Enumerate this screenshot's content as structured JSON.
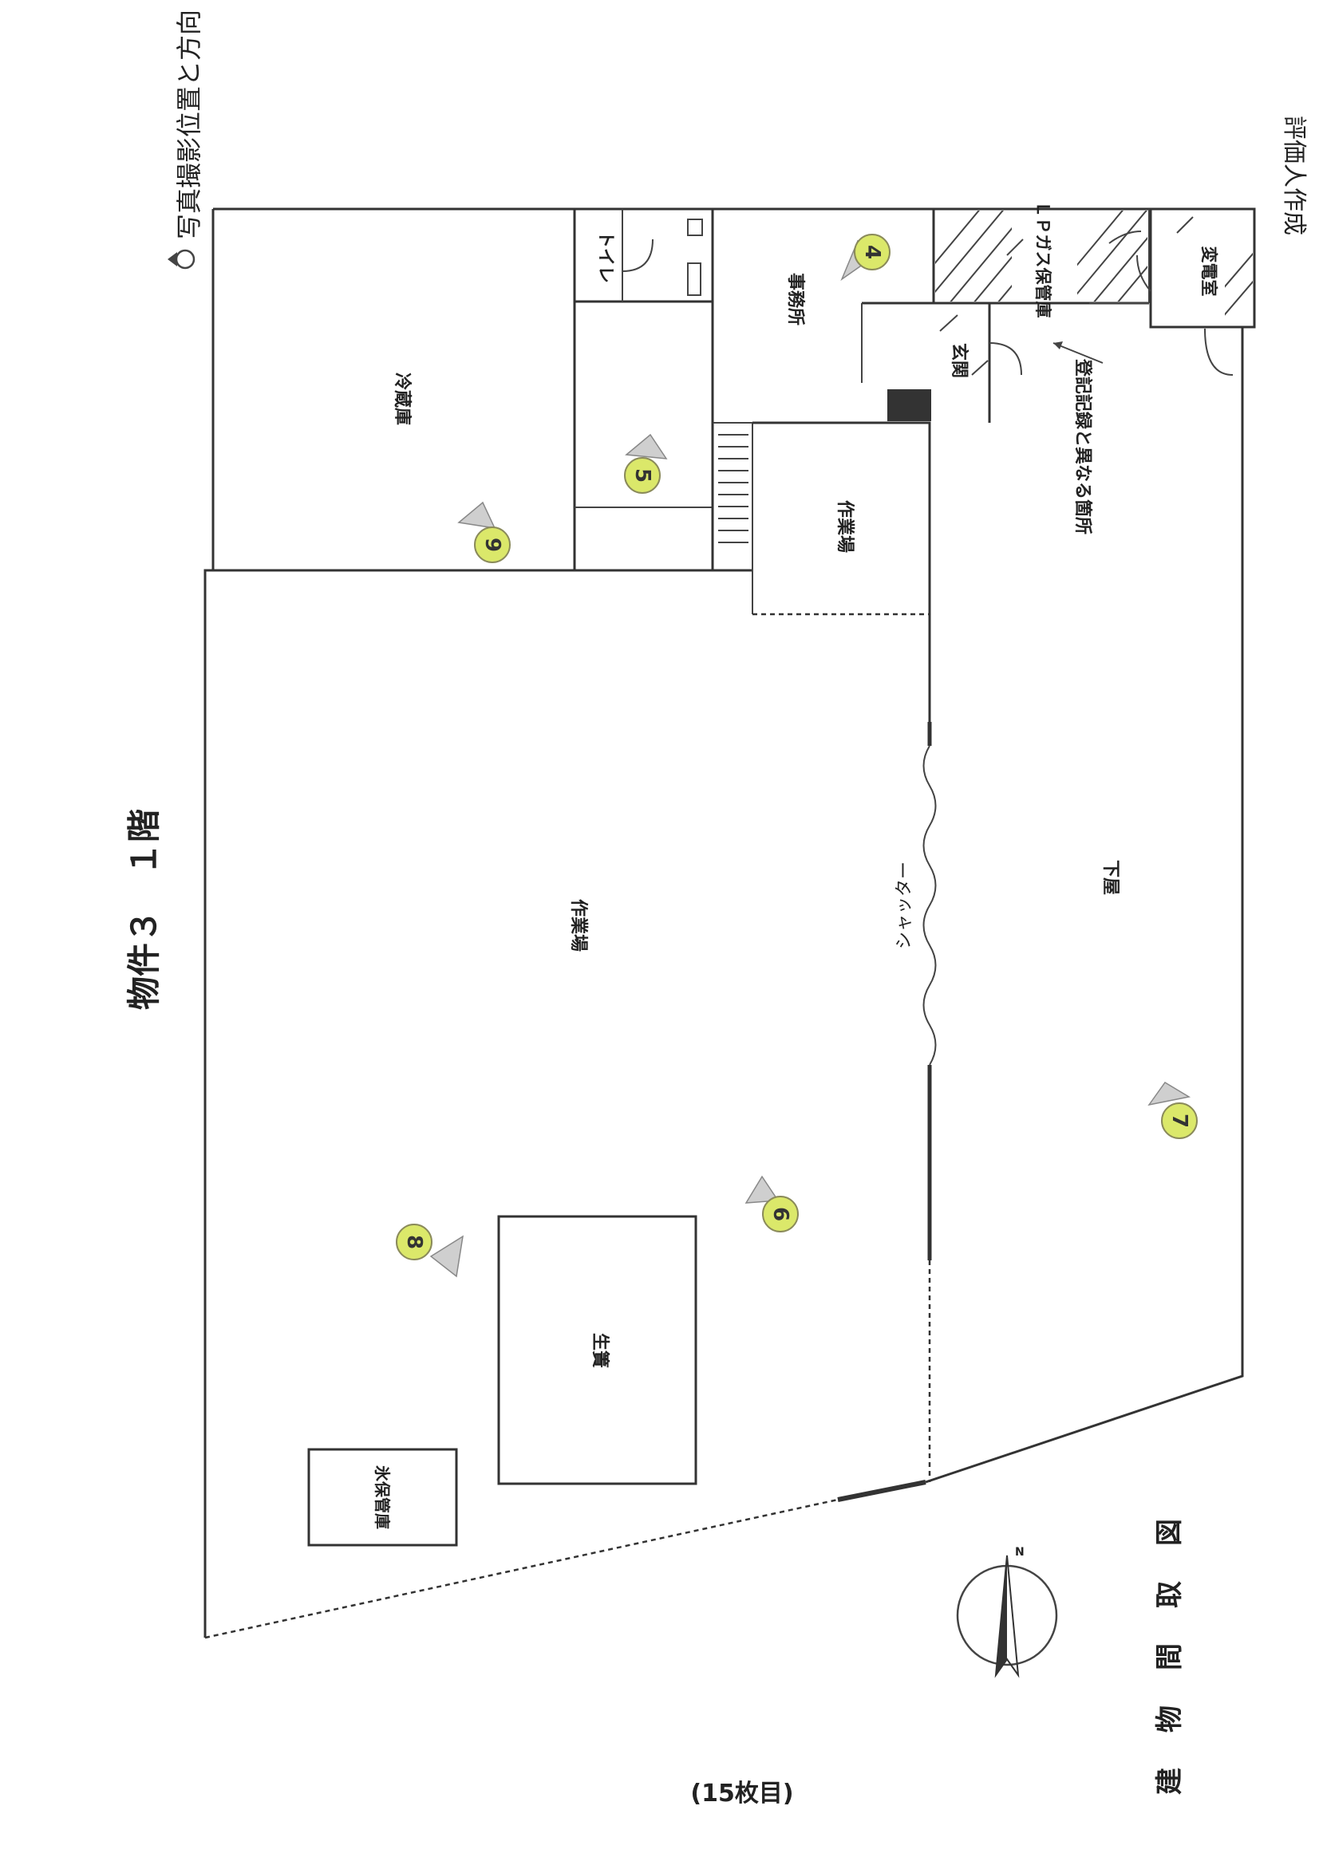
{
  "header": {
    "legend": "写真撮影位置と方向",
    "author": "評価人作成",
    "title": "物件３　１階"
  },
  "rooms": {
    "cold_storage": "冷蔵庫",
    "toilet": "トイレ",
    "office": "事務所",
    "lp_gas": "ＬＰガス保管庫",
    "substation": "変電室",
    "entrance": "玄関",
    "workshop_small": "作業場",
    "workshop_main": "作業場",
    "shutter": "シャッター",
    "eaves": "下屋",
    "fish_tank": "生簀",
    "ice_storage": "氷保管庫",
    "discrepancy": "登記記録と異なる箇所"
  },
  "markers": [
    "4",
    "5",
    "6",
    "7",
    "8",
    "9"
  ],
  "footer": {
    "drawing_title": "建物間取図",
    "page": "(15枚目)",
    "north": "N"
  }
}
